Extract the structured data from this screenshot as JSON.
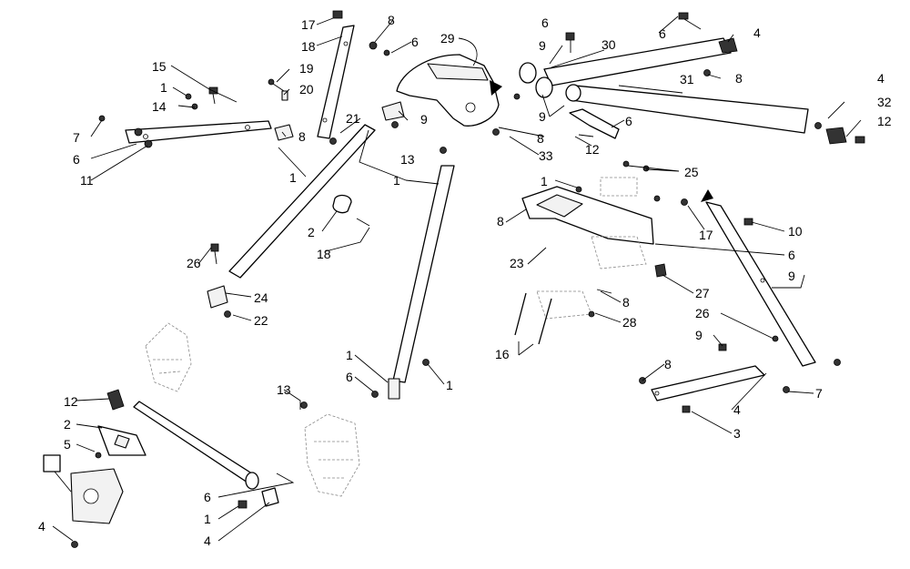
{
  "diagram": {
    "part_numbers": [
      "1",
      "2",
      "3",
      "4",
      "5",
      "6",
      "7",
      "8",
      "9",
      "10",
      "11",
      "12",
      "13",
      "14",
      "15",
      "16",
      "17",
      "18",
      "19",
      "20",
      "21",
      "22",
      "23",
      "24",
      "25",
      "26",
      "27",
      "28",
      "29",
      "30",
      "31",
      "32",
      "33"
    ]
  },
  "callouts": [
    {
      "text": "17"
    },
    {
      "text": "8"
    },
    {
      "text": "18"
    },
    {
      "text": "6"
    },
    {
      "text": "29"
    },
    {
      "text": "6"
    },
    {
      "text": "9"
    },
    {
      "text": "30"
    },
    {
      "text": "6"
    },
    {
      "text": "4"
    },
    {
      "text": "15"
    },
    {
      "text": "19"
    },
    {
      "text": "1"
    },
    {
      "text": "20"
    },
    {
      "text": "8"
    },
    {
      "text": "31"
    },
    {
      "text": "8"
    },
    {
      "text": "14"
    },
    {
      "text": "21"
    },
    {
      "text": "9"
    },
    {
      "text": "9"
    },
    {
      "text": "4"
    },
    {
      "text": "32"
    },
    {
      "text": "6"
    },
    {
      "text": "12"
    },
    {
      "text": "7"
    },
    {
      "text": "8"
    },
    {
      "text": "13"
    },
    {
      "text": "6"
    },
    {
      "text": "33"
    },
    {
      "text": "12"
    },
    {
      "text": "1"
    },
    {
      "text": "11"
    },
    {
      "text": "1"
    },
    {
      "text": "1"
    },
    {
      "text": "25"
    },
    {
      "text": "8"
    },
    {
      "text": "17"
    },
    {
      "text": "10"
    },
    {
      "text": "2"
    },
    {
      "text": "18"
    },
    {
      "text": "6"
    },
    {
      "text": "26"
    },
    {
      "text": "23"
    },
    {
      "text": "9"
    },
    {
      "text": "24"
    },
    {
      "text": "27"
    },
    {
      "text": "8"
    },
    {
      "text": "22"
    },
    {
      "text": "26"
    },
    {
      "text": "28"
    },
    {
      "text": "16"
    },
    {
      "text": "9"
    },
    {
      "text": "1"
    },
    {
      "text": "8"
    },
    {
      "text": "6"
    },
    {
      "text": "1"
    },
    {
      "text": "7"
    },
    {
      "text": "13"
    },
    {
      "text": "4"
    },
    {
      "text": "12"
    },
    {
      "text": "3"
    },
    {
      "text": "2"
    },
    {
      "text": "5"
    },
    {
      "text": "6"
    },
    {
      "text": "1"
    },
    {
      "text": "4"
    }
  ]
}
